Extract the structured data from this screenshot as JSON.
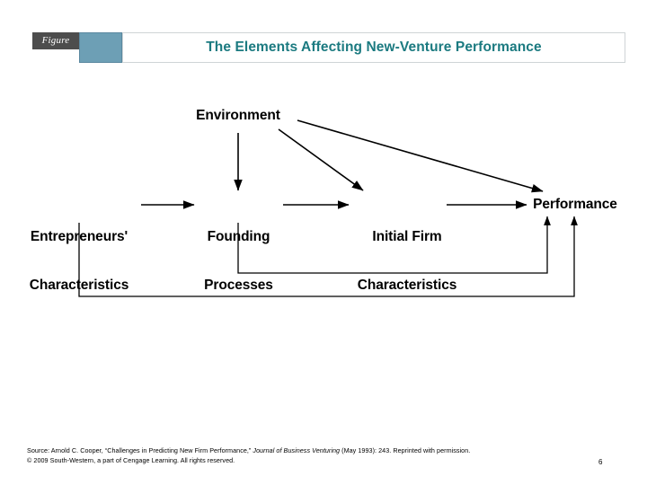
{
  "header": {
    "figure_tab_label": "Figure",
    "title": "The Elements Affecting New-Venture Performance",
    "title_color": "#1b7a80",
    "tab_bg": "#4d4d4d",
    "swatch_color": "#6d9fb5"
  },
  "diagram": {
    "nodes": [
      {
        "id": "environment",
        "label": "Environment"
      },
      {
        "id": "entrepreneurs",
        "label_line1": "Entrepreneurs'",
        "label_line2": "Characteristics"
      },
      {
        "id": "founding",
        "label_line1": "Founding",
        "label_line2": "Processes"
      },
      {
        "id": "initial-firm",
        "label_line1": "Initial Firm",
        "label_line2": "Characteristics"
      },
      {
        "id": "performance",
        "label": "Performance"
      }
    ],
    "edges": [
      {
        "from": "environment",
        "to": "founding"
      },
      {
        "from": "environment",
        "to": "initial-firm"
      },
      {
        "from": "environment",
        "to": "performance"
      },
      {
        "from": "entrepreneurs",
        "to": "founding"
      },
      {
        "from": "founding",
        "to": "initial-firm"
      },
      {
        "from": "initial-firm",
        "to": "performance"
      },
      {
        "from": "founding",
        "to": "performance"
      },
      {
        "from": "entrepreneurs",
        "to": "performance"
      }
    ],
    "line_color": "#000000"
  },
  "footer": {
    "source_prefix": "Source: Arnold C. Cooper, “Challenges in Predicting New Firm Performance,” ",
    "source_italic": "Journal of Business Venturing",
    "source_suffix": " (May 1993): 243. Reprinted with permission.",
    "copyright": "© 2009 South-Western, a part of Cengage Learning. All rights reserved.",
    "page_number": "6"
  }
}
